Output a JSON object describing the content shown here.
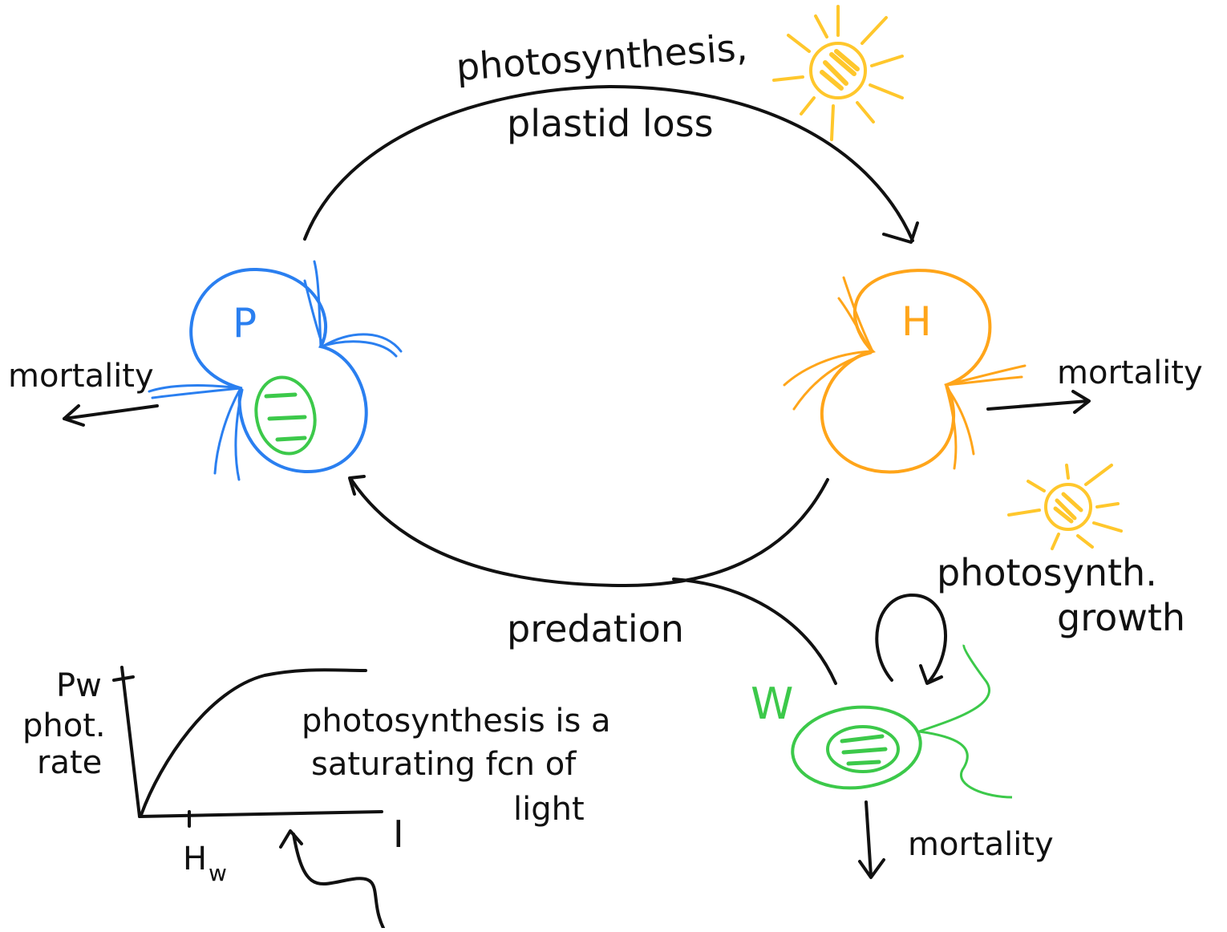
{
  "labels": {
    "photosynthesis_top": "photosynthesis,",
    "plastid_loss": "plastid loss",
    "predation": "predation",
    "mortality_p": "mortality",
    "mortality_h": "mortality",
    "mortality_w": "mortality",
    "photosynth_growth_1": "photosynth.",
    "photosynth_growth_2": "growth",
    "node_p": "P",
    "node_h": "H",
    "node_w": "W",
    "graph_y_1": "Pw",
    "graph_y_2": "phot.",
    "graph_y_3": "rate",
    "graph_x": "I",
    "graph_tick": "H",
    "graph_tick_sub": "w",
    "note_1": "photosynthesis is a",
    "note_2": "saturating fcn of",
    "note_3": "light"
  },
  "colors": {
    "ink": "#111111",
    "p_blue": "#2a7ff0",
    "h_orange": "#ffa51a",
    "w_green": "#3cc94a",
    "sun_yellow": "#ffc72c",
    "chloroplast_green": "#3cc94a"
  },
  "icons": [
    "sun-icon",
    "sun-icon",
    "cell-p-icon",
    "cell-h-icon",
    "cell-w-icon",
    "chloroplast-icon"
  ]
}
